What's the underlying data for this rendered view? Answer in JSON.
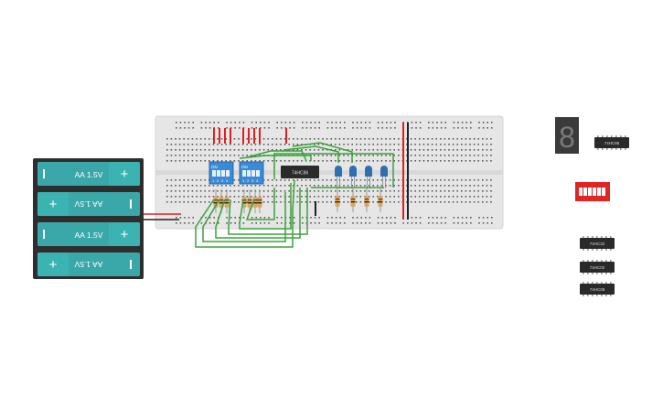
{
  "battery": {
    "cells": [
      {
        "label": "AA 1.5V",
        "flipped": false
      },
      {
        "label": "AA 1.5V",
        "flipped": true
      },
      {
        "label": "AA 1.5V",
        "flipped": false
      },
      {
        "label": "AA 1.5V",
        "flipped": true
      }
    ],
    "plus": "+",
    "minus": "−"
  },
  "breadboard": {
    "chip_label": "74HC86",
    "dip_on_label": "ON",
    "dip_numbers": [
      "1",
      "2",
      "3",
      "4"
    ]
  },
  "parts_tray": {
    "seven_seg_digit": "8",
    "chips": [
      "74HC86",
      "74HC32",
      "74HC02",
      "74HC08"
    ]
  },
  "colors": {
    "breadboard": "#e5e5e5",
    "wire_green": "#3aa23a",
    "wire_red": "#e02020",
    "battery_cell": "#3aa8a8",
    "dip_switch": "#3a8ad8",
    "led_blue": "#2f6fb0",
    "dip_red": "#e02525"
  }
}
